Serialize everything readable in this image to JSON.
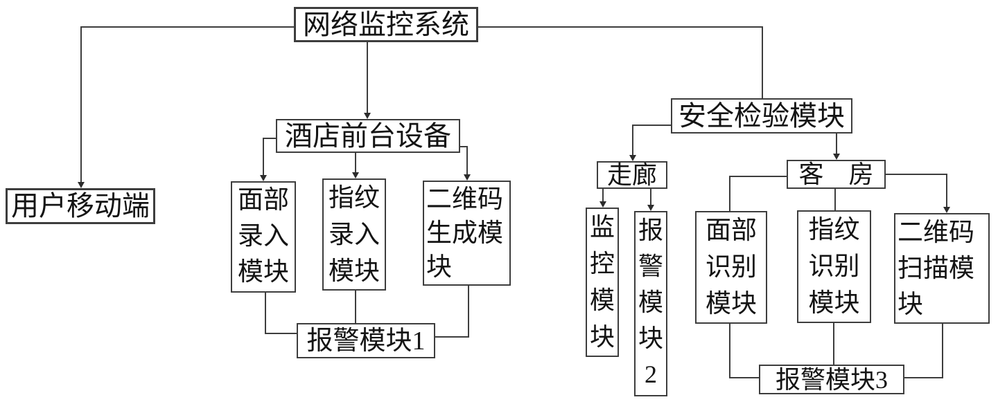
{
  "diagram": {
    "type": "tree-flowchart",
    "title": "网络监控系统",
    "colors": {
      "line": "#3d3d3d",
      "box_border": "#3d3d3d",
      "text": "#141414",
      "background": "#ffffff"
    },
    "nodes": {
      "root": {
        "label": "网络监控系统"
      },
      "user_mobile": {
        "label": "用户移动端"
      },
      "hotel_front": {
        "label": "酒店前台设备"
      },
      "face_entry": {
        "label": "面部录入模块"
      },
      "fingerprint_entry": {
        "label": "指纹录入模块"
      },
      "qr_generate": {
        "label": "二维码生成模块"
      },
      "alarm1": {
        "label": "报警模块1"
      },
      "security_check": {
        "label": "安全检验模块"
      },
      "corridor": {
        "label": "走廊"
      },
      "monitor": {
        "label": "监控模块"
      },
      "alarm2": {
        "label": "报警模块2"
      },
      "guest_room": {
        "label": "客　房"
      },
      "face_recognition": {
        "label": "面部识别模块"
      },
      "fingerprint_recognition": {
        "label": "指纹识别模块"
      },
      "qr_scan": {
        "label": "二维码扫描模块"
      },
      "alarm3": {
        "label": "报警模块3"
      }
    },
    "edges": [
      {
        "from": "root",
        "to": "user_mobile",
        "arrow": true
      },
      {
        "from": "root",
        "to": "hotel_front",
        "arrow": true
      },
      {
        "from": "root",
        "to": "security_check",
        "arrow": false
      },
      {
        "from": "hotel_front",
        "to": "face_entry",
        "arrow": true
      },
      {
        "from": "hotel_front",
        "to": "fingerprint_entry",
        "arrow": true
      },
      {
        "from": "hotel_front",
        "to": "qr_generate",
        "arrow": true
      },
      {
        "from": "face_entry",
        "to": "alarm1",
        "arrow": false
      },
      {
        "from": "fingerprint_entry",
        "to": "alarm1",
        "arrow": false
      },
      {
        "from": "qr_generate",
        "to": "alarm1",
        "arrow": false
      },
      {
        "from": "security_check",
        "to": "corridor",
        "arrow": true
      },
      {
        "from": "security_check",
        "to": "guest_room",
        "arrow": true
      },
      {
        "from": "corridor",
        "to": "monitor",
        "arrow": true
      },
      {
        "from": "corridor",
        "to": "alarm2",
        "arrow": true
      },
      {
        "from": "guest_room",
        "to": "face_recognition",
        "arrow": false
      },
      {
        "from": "guest_room",
        "to": "fingerprint_recognition",
        "arrow": false
      },
      {
        "from": "guest_room",
        "to": "qr_scan",
        "arrow": true
      },
      {
        "from": "face_recognition",
        "to": "alarm3",
        "arrow": false
      },
      {
        "from": "fingerprint_recognition",
        "to": "alarm3",
        "arrow": false
      },
      {
        "from": "qr_scan",
        "to": "alarm3",
        "arrow": false
      }
    ]
  }
}
